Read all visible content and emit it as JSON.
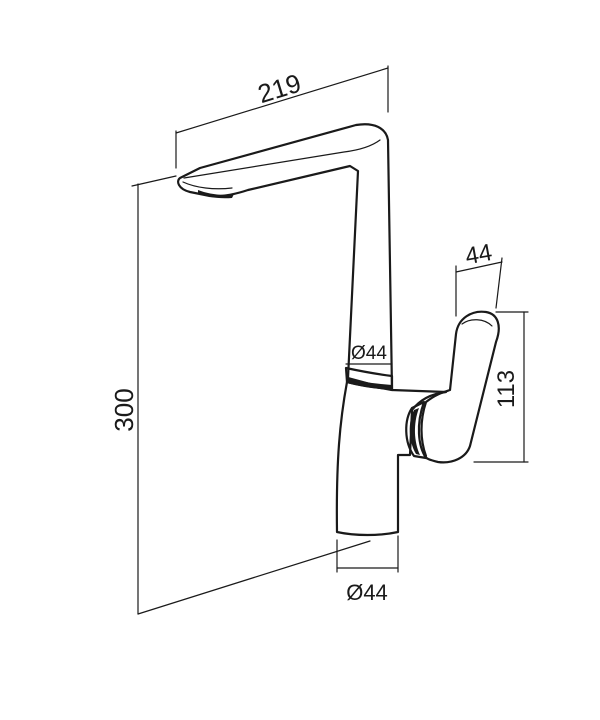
{
  "dimensions": {
    "spout_reach": "219",
    "total_height": "300",
    "lever_width": "44",
    "lever_height": "113",
    "body_diameter": "Ø44",
    "base_diameter": "Ø44"
  }
}
